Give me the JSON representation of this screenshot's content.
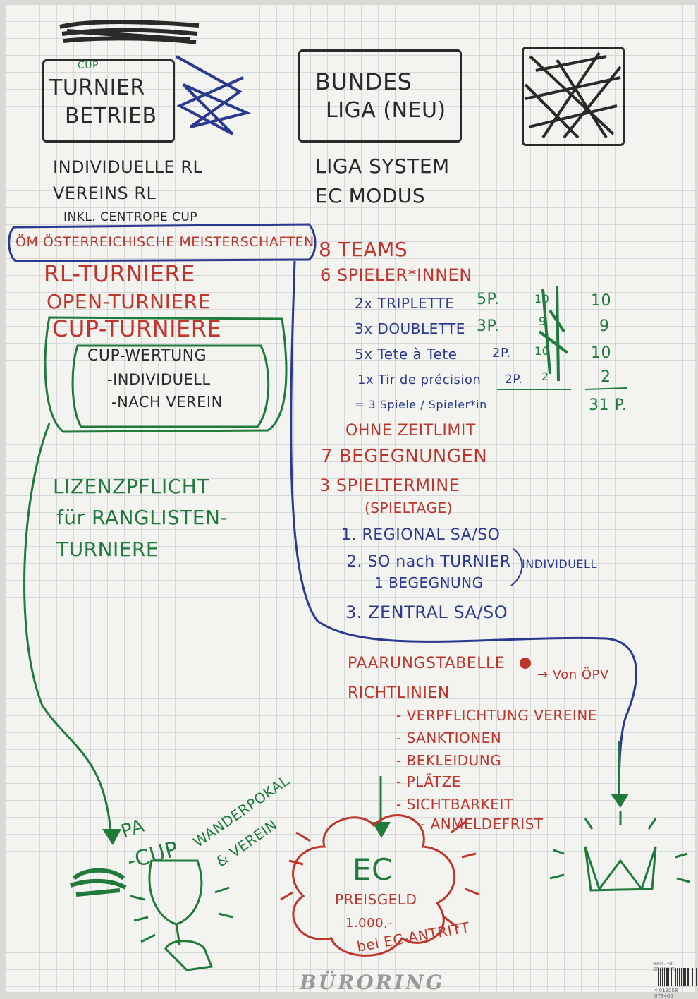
{
  "colors": {
    "black": "#2a2a2a",
    "blue": "#2b3a8f",
    "red": "#c0352b",
    "green": "#1f7a3c"
  },
  "header": {
    "turnier_box": [
      "TURNIER",
      "BETRIEB"
    ],
    "cup_small": "CUP",
    "bundesliga_box": [
      "BUNDES",
      "LIGA (NEU)"
    ]
  },
  "left": {
    "rl_lines": [
      "INDIVIDUELLE RL",
      "VEREINS  RL",
      "INKL. CENTROPE CUP"
    ],
    "oem": "ÖM ÖSTERREICHISCHE MEISTERSCHAFTEN",
    "rl_turniere": "RL-TURNIERE",
    "open_turniere": "OPEN-TURNIERE",
    "cup_turniere": "CUP-TURNIERE",
    "cup_wertung": [
      "CUP-WERTUNG",
      "-INDIVIDUELL",
      "-NACH VEREIN"
    ],
    "lizenz": [
      "LIZENZPFLICHT",
      "für RANGLISTEN-",
      "TURNIERE"
    ],
    "cup_bottom": "-CUP",
    "pa": "PA",
    "wanderpokal": [
      "WANDERPOKAL",
      "& VEREIN"
    ]
  },
  "right": {
    "liga_lines": [
      "LIGA SYSTEM",
      "EC MODUS"
    ],
    "teams": "8 TEAMS",
    "spieler": "6 SPIELER*INNEN",
    "formats": [
      {
        "label": "2x TRIPLETTE",
        "points": "5P.",
        "total": "10"
      },
      {
        "label": "3x DOUBLETTE",
        "points": "3P.",
        "total": "9"
      },
      {
        "label": "5x Tete à Tete",
        "points": "2P.",
        "total": "10"
      },
      {
        "label": "1x Tir de précision",
        "points": "2P.",
        "total": "2"
      }
    ],
    "tally": [
      "10",
      "9",
      "10",
      "2"
    ],
    "spiele": "= 3 Spiele / Spieler*in",
    "sum": "31 P.",
    "zeitlimit": "OHNE ZEITLIMIT",
    "begegnungen": "7 BEGEGNUNGEN",
    "spieltermine": [
      "3 SPIELTERMINE",
      "(SPIELTAGE)"
    ],
    "termine": [
      "1. REGIONAL SA/SO",
      "2. SO nach TURNIER",
      "1 BEGEGNUNG",
      "3. ZENTRAL SA/SO"
    ],
    "individuell": "INDIVIDUELL",
    "paarung": "PAARUNGSTABELLE",
    "von_oepv": "→ Von ÖPV",
    "richtlinien": "RICHTLINIEN",
    "richtlinien_items": [
      "- VERPFLICHTUNG VEREINE",
      "- SANKTIONEN",
      "- BEKLEIDUNG",
      "- PLÄTZE",
      "- SICHTBARKEIT",
      "- ANMELDEFRIST"
    ]
  },
  "ec": {
    "title": "EC",
    "preisgeld": "PREISGELD",
    "amount": "1.000,-",
    "antritt": "bei EC-ANTRITT"
  },
  "footer": {
    "brand": "BÜRORING",
    "bestnr": "Best.-Nr.: BRG6070",
    "barcode_num": "4 019058 078400"
  }
}
